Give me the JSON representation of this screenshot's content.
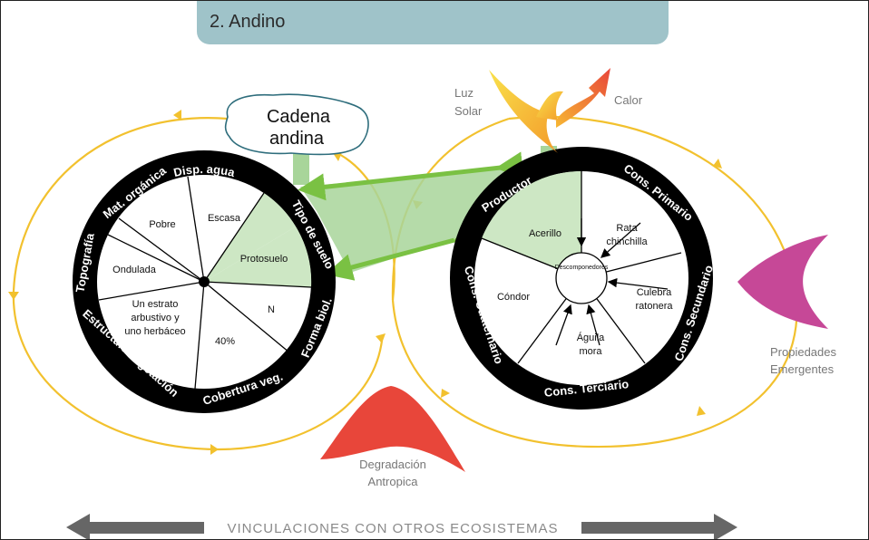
{
  "title": "2. Andino",
  "cloud_label": [
    "Cadena",
    "andina"
  ],
  "luz_solar": [
    "Luz",
    "Solar"
  ],
  "calor": "Calor",
  "propiedades": [
    "Propiedades",
    "Emergentes"
  ],
  "degradacion": [
    "Degradación",
    "Antropica"
  ],
  "bottom_banner": "VINCULACIONES CON OTROS ECOSISTEMAS",
  "colors": {
    "orbit": "#f2c12e",
    "green_link": "#7ac143",
    "green_band": "#a8d59a",
    "ring": "#000000",
    "highlight_sector": "#cde7c4",
    "propiedades": "#c64897",
    "degradacion": "#e8463a",
    "title_bar": "#9fc3c9",
    "banner_arrow": "#666666"
  },
  "left_wheel": {
    "ring_labels": [
      "Disp. agua",
      "Tipo de suelo",
      "Forma biol.",
      "Cobertura veg.",
      "Estructura vegetación",
      "Topografía",
      "Mat. orgánica"
    ],
    "sectors": [
      "Escasa",
      "Protosuelo",
      "N",
      "40%",
      "Un estrato arbustivo y uno herbáceo",
      "Ondulada",
      "Pobre"
    ],
    "highlight": "Protosuelo"
  },
  "right_wheel": {
    "ring_labels": [
      "Productor",
      "Cons. Primario",
      "Cons. Secundario",
      "Cons. Terciario",
      "Cons. Cuaternario"
    ],
    "sectors": [
      "Acerillo",
      "Rata chinchilla",
      "Culebra ratonera",
      "Águila mora",
      "Cóndor"
    ],
    "center": "Descomponedores"
  }
}
